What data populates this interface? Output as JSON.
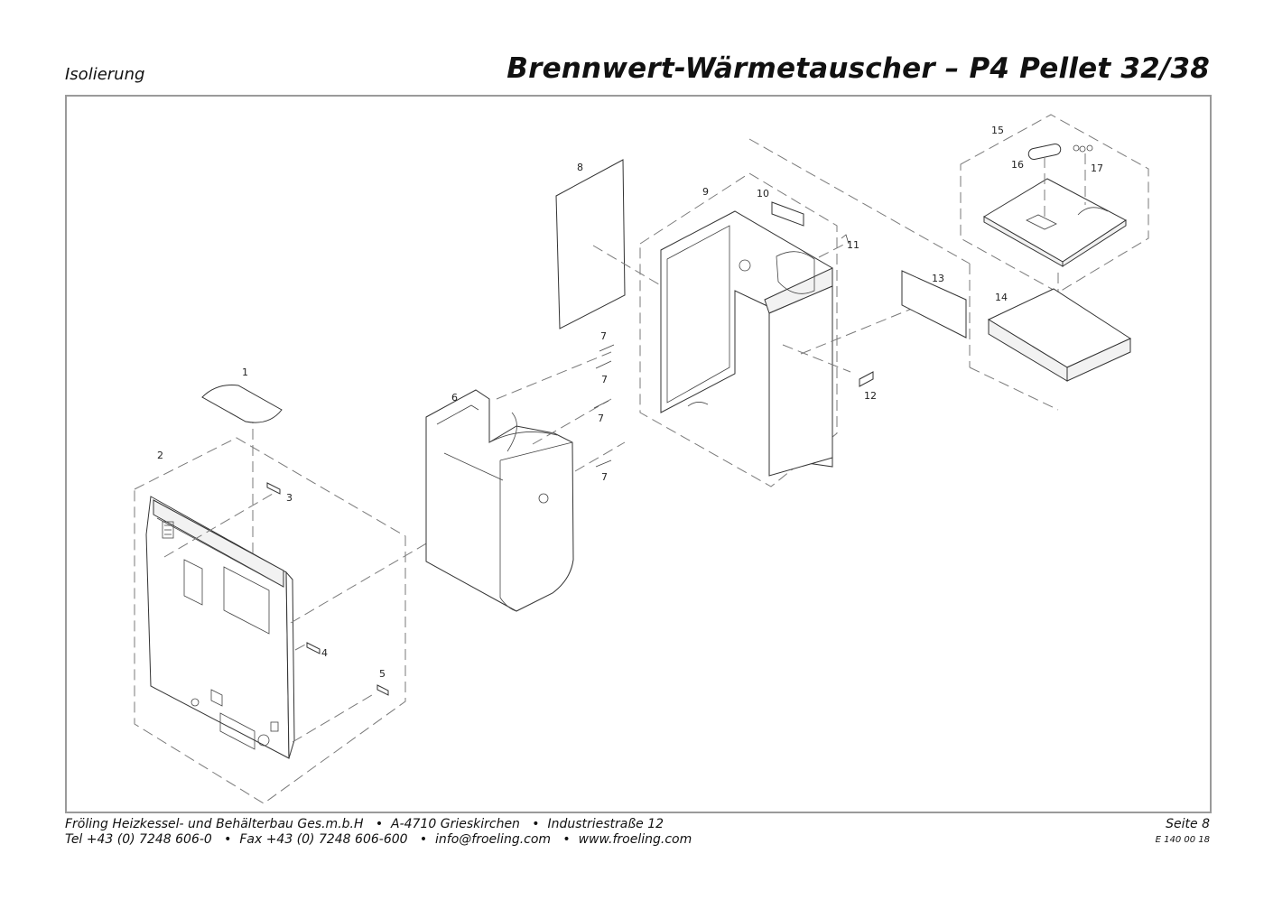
{
  "header": {
    "section": "Isolierung",
    "title": "Brennwert-Wärmetauscher – P4 Pellet 32/38"
  },
  "diagram": {
    "part_numbers": [
      "1",
      "2",
      "3",
      "4",
      "5",
      "6",
      "7",
      "7",
      "7",
      "7",
      "8",
      "9",
      "10",
      "11",
      "12",
      "13",
      "14",
      "15",
      "16",
      "17"
    ]
  },
  "footer": {
    "line1": "Fröling Heizkessel- und Behälterbau Ges.m.b.H   •  A-4710 Grieskirchen   •  Industriestraße 12",
    "line2": "Tel +43 (0) 7248 606-0   •  Fax +43 (0) 7248 606-600   •  info@froeling.com   •  www.froeling.com",
    "page": "Seite 8",
    "doc_code": "E 140 00 18"
  }
}
